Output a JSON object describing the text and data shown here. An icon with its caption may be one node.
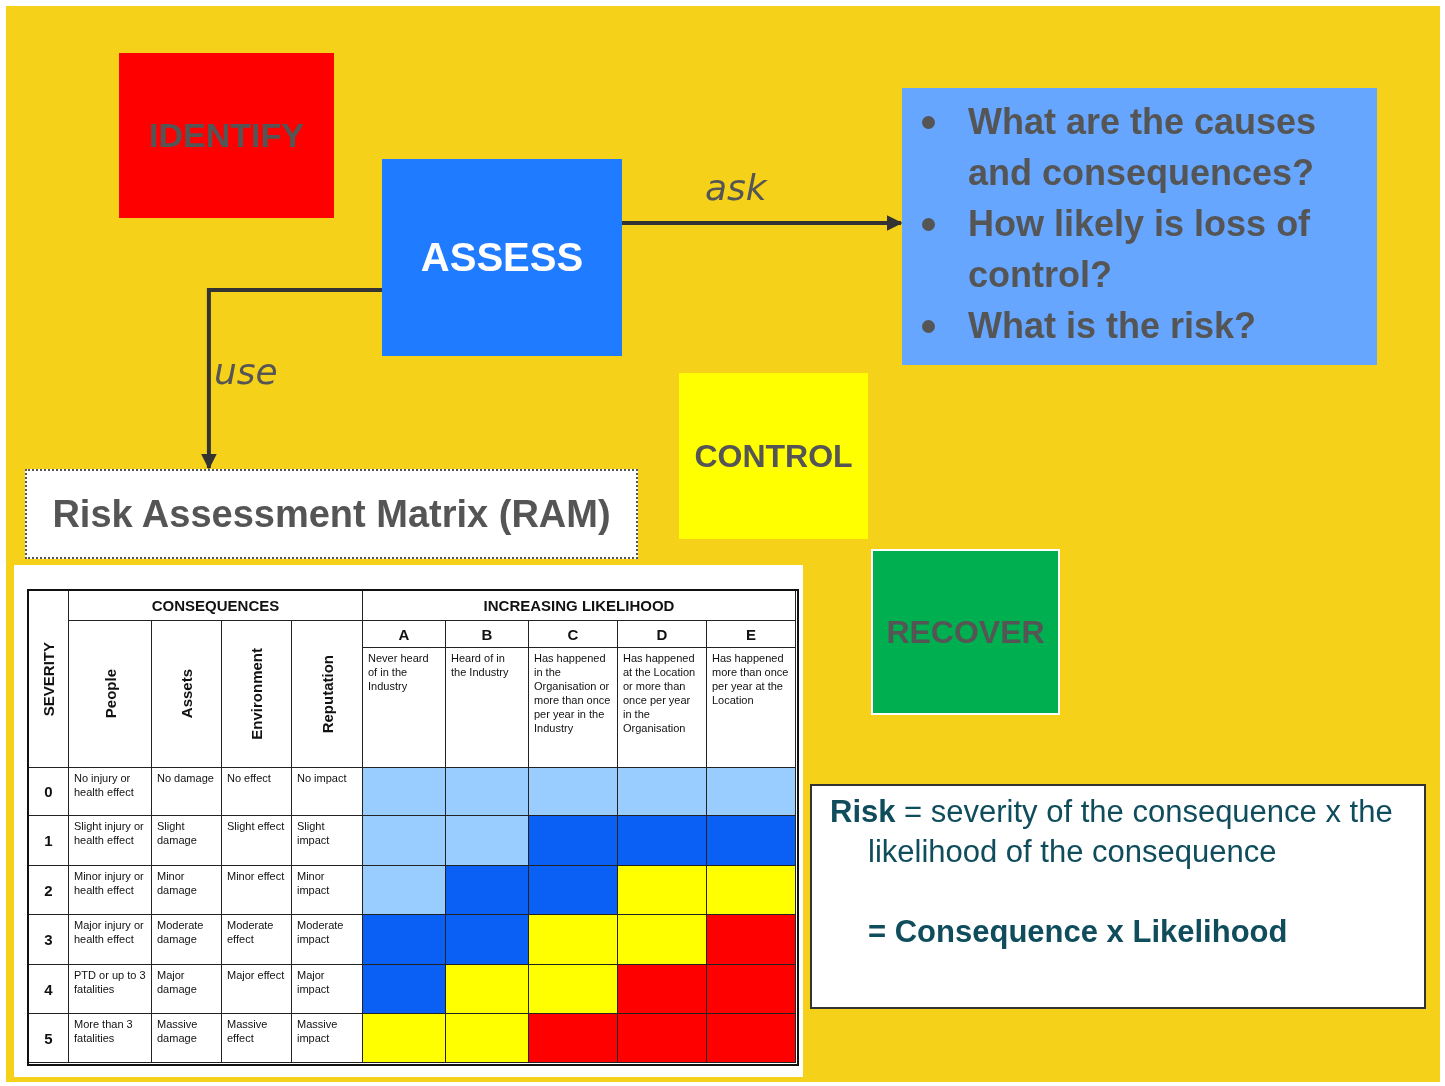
{
  "diagram": {
    "nodes": [
      {
        "text": [
          "IDENTIFY"
        ]
      },
      {
        "text": [
          "ASSESS"
        ]
      },
      {
        "text": [
          "What are the causes and consequences?",
          "How likely is loss of control?",
          "What is the risk?"
        ]
      },
      {
        "text": [
          "CONTROL"
        ]
      },
      {
        "text": [
          "RECOVER"
        ]
      },
      {
        "text": [
          "Risk Assessment Matrix (RAM)"
        ]
      },
      {
        "text": [
          "**Risk** = severity of the consequence x the likelihood of the consequence",
          "= Consequence x Likelihood"
        ]
      }
    ],
    "edges": [
      {
        "from": 1,
        "to": 2,
        "arrow": "to",
        "label": "ask"
      },
      {
        "from": 1,
        "to": 5,
        "arrow": "to",
        "label": "use"
      }
    ],
    "labels": [
      "SEVERITY",
      "CONSEQUENCES",
      "INCREASING LIKELIHOOD",
      "People",
      "Assets",
      "Environment",
      "Reputation",
      "A",
      "B",
      "C",
      "D",
      "E",
      "Never heard of in the Industry",
      "Heard of in the Industry",
      "Has happened in the Organisation or more than once per year in the Industry",
      "Has happened at the Location or more than once per year in the Organisation",
      "Has happened more than once per year at the Location",
      "0",
      "No injury or health effect",
      "No damage",
      "No effect",
      "No impact",
      "1",
      "Slight injury or health effect",
      "Slight damage",
      "Slight effect",
      "Slight impact",
      "2",
      "Minor injury or health effect",
      "Minor damage",
      "Minor effect",
      "Minor impact",
      "3",
      "Major injury or health effect",
      "Moderate damage",
      "Moderate effect",
      "Moderate impact",
      "4",
      "PTD or up to 3 fatalities",
      "Major damage",
      "Major effect",
      "Major impact",
      "5",
      "More than 3 fatalities",
      "Massive damage",
      "Massive effect",
      "Massive impact"
    ]
  }
}
